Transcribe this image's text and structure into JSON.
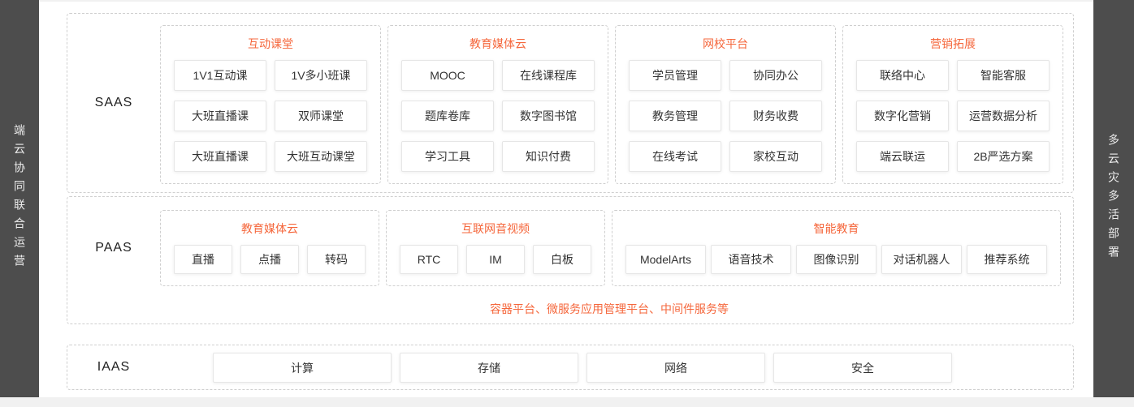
{
  "colors": {
    "accent": "#F5673C",
    "rail_bg": "#4D4D4D"
  },
  "left_rail": {
    "text": "端云协同联合运营"
  },
  "right_rail": {
    "text": "多云灾多活部署"
  },
  "layers": [
    {
      "label": "SAAS",
      "groups": [
        {
          "title": "互动课堂",
          "items": [
            "1V1互动课",
            "1V多小班课",
            "大班直播课",
            "双师课堂",
            "大班直播课",
            "大班互动课堂"
          ]
        },
        {
          "title": "教育媒体云",
          "items": [
            "MOOC",
            "在线课程库",
            "题库卷库",
            "数字图书馆",
            "学习工具",
            "知识付费"
          ]
        },
        {
          "title": "网校平台",
          "items": [
            "学员管理",
            "协同办公",
            "教务管理",
            "财务收费",
            "在线考试",
            "家校互动"
          ]
        },
        {
          "title": "营销拓展",
          "items": [
            "联络中心",
            "智能客服",
            "数字化营销",
            "运营数据分析",
            "端云联运",
            "2B严选方案"
          ]
        }
      ]
    },
    {
      "label": "PAAS",
      "groups": [
        {
          "title": "教育媒体云",
          "items": [
            "直播",
            "点播",
            "转码"
          ]
        },
        {
          "title": "互联网音视频",
          "items": [
            "RTC",
            "IM",
            "白板"
          ]
        },
        {
          "title": "智能教育",
          "items": [
            "ModelArts",
            "语音技术",
            "图像识别",
            "对话机器人",
            "推荐系统"
          ]
        }
      ],
      "footnote": "容器平台、微服务应用管理平台、中间件服务等"
    },
    {
      "label": "IAAS",
      "items": [
        "计算",
        "存储",
        "网络",
        "安全"
      ]
    }
  ]
}
